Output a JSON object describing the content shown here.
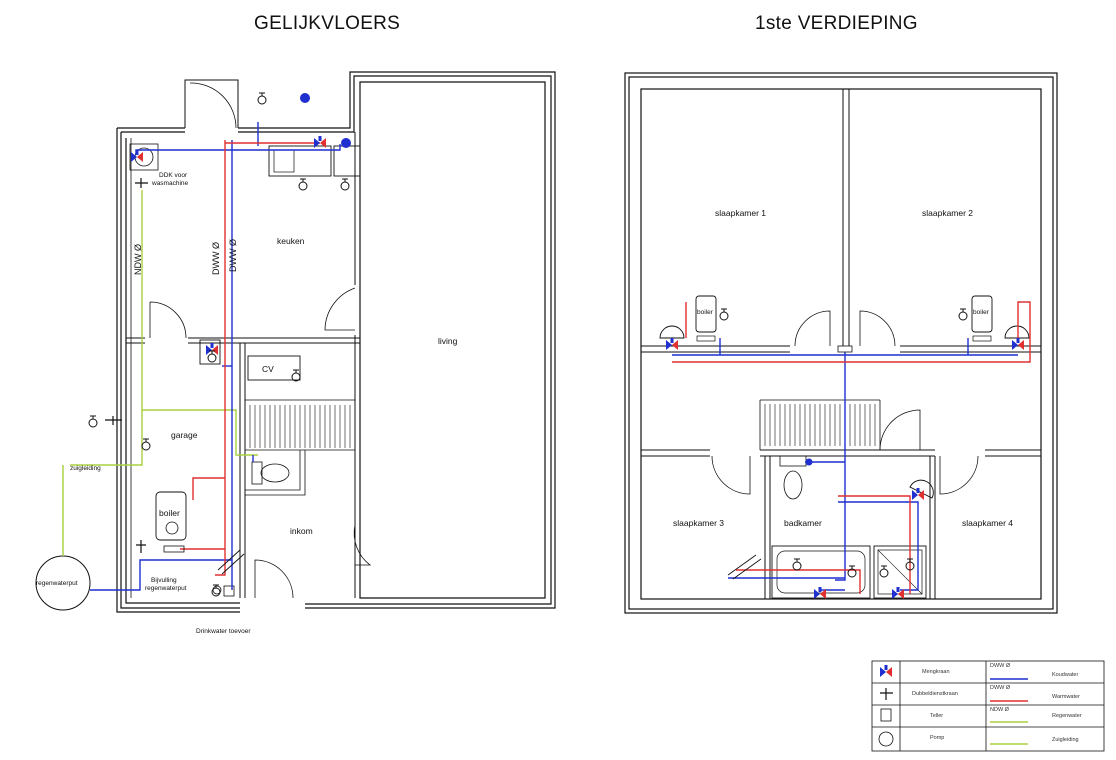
{
  "titles": {
    "ground_floor": "GELIJKVLOERS",
    "first_floor": "1ste VERDIEPING"
  },
  "ground_rooms": {
    "keuken": "keuken",
    "living": "living",
    "garage": "garage",
    "inkom": "inkom",
    "cv": "CV",
    "boiler": "boiler"
  },
  "ground_labels": {
    "ddk_line1": "DDK voor",
    "ddk_line2": "wasmachine",
    "ndw": "NDW Ø",
    "dww_1": "DWW Ø",
    "dww_2": "DWW Ø",
    "zuigleiding": "zuigleiding",
    "regenwaterput": "regenwaterput",
    "bijvulling_line1": "Bijvulling",
    "bijvulling_line2": "regenwaterput",
    "drinkwater": "Drinkwater toevoer"
  },
  "first_rooms": {
    "slaapkamer1": "slaapkamer 1",
    "slaapkamer2": "slaapkamer 2",
    "slaapkamer3": "slaapkamer 3",
    "slaapkamer4": "slaapkamer 4",
    "badkamer": "badkamer",
    "boiler_left": "boiler",
    "boiler_right": "boiler"
  },
  "legend": {
    "symbols": [
      "Mengkraan",
      "Dubbeldienstkraan",
      "Teller",
      "Pomp"
    ],
    "lines": [
      {
        "code": "DWW Ø",
        "name": "Koudwater",
        "color": "#1f2fd0"
      },
      {
        "code": "DWW Ø",
        "name": "Warmwater",
        "color": "#e03030"
      },
      {
        "code": "NDW Ø",
        "name": "Regenwater",
        "color": "#a8d040"
      },
      {
        "code": "",
        "name": "Zuigleiding",
        "color": "#a8d040"
      }
    ]
  },
  "colors": {
    "cold_water": "#1f2fd0",
    "hot_water": "#e03030",
    "rain_water": "#a8d040",
    "walls": "#111111"
  }
}
